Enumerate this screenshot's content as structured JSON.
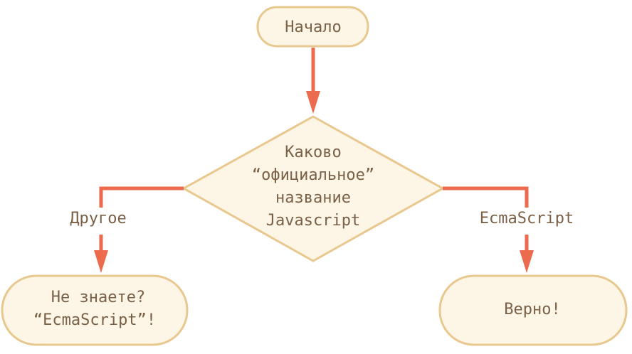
{
  "nodes": {
    "start": {
      "label": "Начало"
    },
    "decision": {
      "lines": [
        "Каково",
        "“официальное”",
        "название",
        "Javascript"
      ]
    },
    "other_result": {
      "lines": [
        "Не знаете?",
        "“EcmaScript”!"
      ]
    },
    "correct_result": {
      "label": "Верно!"
    }
  },
  "edges": {
    "left_label": "Другое",
    "right_label": "EcmaScript"
  },
  "colors": {
    "node_fill": "#fdf6e6",
    "node_stroke": "#e8c88f",
    "arrow": "#ec6a4d",
    "text": "#7a6046"
  }
}
